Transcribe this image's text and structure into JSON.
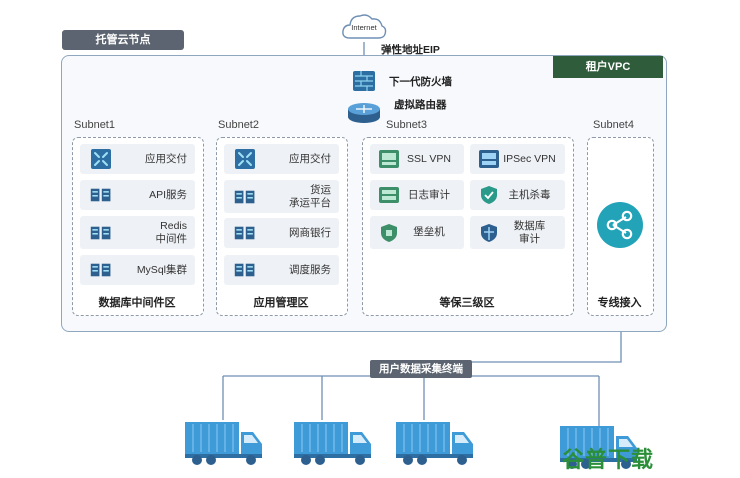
{
  "internet": {
    "label": "Internet"
  },
  "eip": {
    "label": "弹性地址EIP"
  },
  "hosted_node": {
    "label": "托管云节点"
  },
  "tenant_vpc": {
    "label": "租户VPC"
  },
  "firewall": {
    "label": "下一代防火墙"
  },
  "router": {
    "label": "虚拟路由器"
  },
  "subnets": [
    {
      "label": "Subnet1",
      "zone": "数据库中间件区",
      "items": [
        {
          "icon": "app-delivery-icon",
          "label": "应用交付",
          "align": "right"
        },
        {
          "icon": "server-icon",
          "label": "API服务",
          "align": "right"
        },
        {
          "icon": "server-icon",
          "label": "Redis\n中间件",
          "align": "right"
        },
        {
          "icon": "server-icon",
          "label": "MySql集群",
          "align": "right"
        }
      ]
    },
    {
      "label": "Subnet2",
      "zone": "应用管理区",
      "items": [
        {
          "icon": "app-delivery-icon",
          "label": "应用交付",
          "align": "right"
        },
        {
          "icon": "server-icon",
          "label": "货运\n承运平台",
          "align": "right"
        },
        {
          "icon": "server-icon",
          "label": "网商银行",
          "align": "right"
        },
        {
          "icon": "server-icon",
          "label": "调度服务",
          "align": "right"
        }
      ]
    },
    {
      "label": "Subnet3",
      "zone": "等保三级区",
      "items": [
        {
          "icon": "ssl-vpn-icon",
          "label": "SSL VPN"
        },
        {
          "icon": "ipsec-vpn-icon",
          "label": "IPSec VPN"
        },
        {
          "icon": "log-audit-icon",
          "label": "日志审计"
        },
        {
          "icon": "antivirus-icon",
          "label": "主机杀毒"
        },
        {
          "icon": "bastion-icon",
          "label": "堡垒机"
        },
        {
          "icon": "db-audit-icon",
          "label": "数据库\n审计"
        }
      ]
    },
    {
      "label": "Subnet4",
      "zone": "专线接入",
      "icon": "share-icon"
    }
  ],
  "terminal_bus": {
    "label": "用户数据采集终端"
  },
  "trucks": [
    {
      "icon": "truck-icon"
    },
    {
      "icon": "truck-icon"
    },
    {
      "icon": "truck-icon"
    },
    {
      "icon": "truck-icon"
    }
  ],
  "watermark": {
    "label": "谷普下载"
  },
  "colors": {
    "line": "#6f8fb5",
    "item_bg": "#eef1f5",
    "truck": "#3f9ad8",
    "teal": "#22a3b8",
    "vpc_tag": "#2f5d3b"
  }
}
